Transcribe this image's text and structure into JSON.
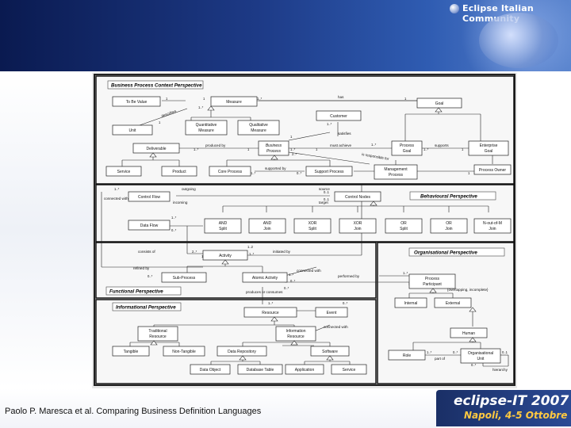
{
  "header": {
    "community_label": "Eclipse Italian Community"
  },
  "diagram": {
    "sections": {
      "bpc": "Business Process Context Perspective",
      "behavioural": "Behavioural Perspective",
      "functional": "Functional Perspective",
      "organisational": "Organisational Perspective",
      "informational": "Informational Perspective"
    },
    "classes": {
      "to_be_value": "To Be Value",
      "measure": "Measure",
      "goal": "Goal",
      "unit": "Unit",
      "quantitative_measure_1": "Quantitative",
      "quantitative_measure_2": "Measure",
      "qualitative_measure_1": "Qualitative",
      "qualitative_measure_2": "Measure",
      "customer": "Customer",
      "deliverable": "Deliverable",
      "business_process_1": "Business",
      "business_process_2": "Process",
      "process_goal_1": "Process",
      "process_goal_2": "Goal",
      "enterprise_goal_1": "Enterprise",
      "enterprise_goal_2": "Goal",
      "service": "Service",
      "product": "Product",
      "core_process": "Core Process",
      "support_process": "Support Process",
      "management_process_1": "Management",
      "management_process_2": "Process",
      "process_owner": "Process Owner",
      "control_flow": "Control Flow",
      "control_nodes": "Control Nodes",
      "data_flow": "Data Flow",
      "and_split_1": "AND",
      "and_split_2": "Split",
      "and_join_1": "AND",
      "and_join_2": "Join",
      "xor_split_1": "XOR",
      "xor_split_2": "Split",
      "xor_join_1": "XOR",
      "xor_join_2": "Join",
      "or_split_1": "OR",
      "or_split_2": "Split",
      "or_join_1": "OR",
      "or_join_2": "Join",
      "n_out_of_m_1": "N-out-of-M",
      "n_out_of_m_2": "Join",
      "activity": "Activity",
      "sub_process": "Sub-Process",
      "atomic_activity": "Atomic Activity",
      "process_participant_1": "Process",
      "process_participant_2": "Participant",
      "internal": "Internal",
      "external": "External",
      "human": "Human",
      "role": "Role",
      "organisational_unit_1": "Organisational",
      "organisational_unit_2": "Unit",
      "resource": "Resource",
      "event": "Event",
      "traditional_resource_1": "Traditional",
      "traditional_resource_2": "Resource",
      "information_resource_1": "Information",
      "information_resource_2": "Resource",
      "tangible": "Tangible",
      "non_tangible": "Non-Tangible",
      "data_repository": "Data Repository",
      "software": "Software",
      "data_object": "Data Object",
      "database_table": "Database Table",
      "application": "Application",
      "service_info": "Service"
    },
    "labels": {
      "has": "has",
      "describes": "describes",
      "produced_by": "produced by",
      "satisfies": "satisfies",
      "must_achieve": "must achieve",
      "supports": "supports",
      "is_responsible_for": "is responsible for",
      "supported_by": "supported by",
      "outgoing": "outgoing",
      "incoming": "incoming",
      "source": "source",
      "target": "target",
      "connected_with": "connected with",
      "consists_of": "consists of",
      "initiated_by": "initiated by",
      "refined_by": "refined by",
      "connected_with_2": "connected with",
      "performed_by": "performed by",
      "overlapping_incomplete": "{overlapping, incomplete}",
      "produces_or_consumes": "produces or consumes",
      "connected_with_3": "connected with",
      "part_of": "part of",
      "hierarchy": "hierarchy"
    },
    "multiplicities": {
      "m1": "1",
      "m2": "1",
      "m3": "1..*",
      "m4": "1..*",
      "m5": "1",
      "m6": "1",
      "m7": "1..*",
      "m8": "1",
      "m9": "1..*",
      "m10": "1",
      "m11": "1..*",
      "m12": "1",
      "m13": "1..*",
      "m14": "1..*",
      "m15": "1",
      "m16": "0..*",
      "m17": "1..*",
      "m18": "2..*",
      "m19": "1",
      "m20": "1..*",
      "m21": "0..1",
      "m22": "0..1",
      "m23": "1..*",
      "m24": "0..*",
      "m25": "2..*",
      "m26": "1",
      "m27": "1..*",
      "m28": "0..*",
      "m29": "1..*",
      "m30": "0..*",
      "m31": "1..*",
      "m32": "0..*",
      "m33": "1..*",
      "m34": "0..*",
      "m35": "1..*",
      "m36": "0..*",
      "m37": "0..*",
      "m38": "1..2",
      "m39": "0..1"
    }
  },
  "footer": {
    "caption": "Paolo P. Maresca et al. Comparing Business Definition Languages",
    "badge_title": "eclipse-IT 2007",
    "badge_subtitle": "Napoli, 4-5 Ottobre"
  },
  "colors": {
    "header_dark": "#0a1a50",
    "header_light": "#5c86cf",
    "diagram_bg": "#e9e9e9",
    "badge_bg": "#1a2f66",
    "badge_subtitle": "#ffc940"
  }
}
